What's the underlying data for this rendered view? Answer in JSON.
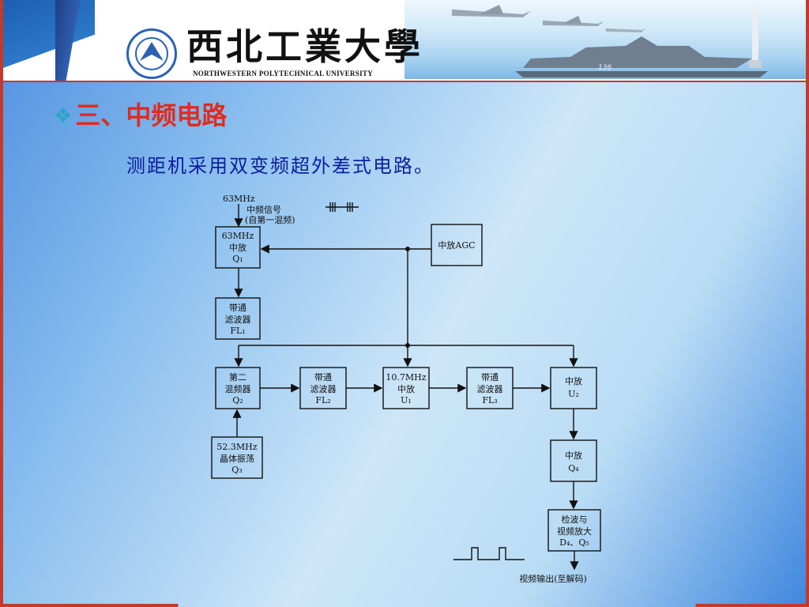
{
  "header": {
    "university_cn": "西北工業大學",
    "university_en": "NORTHWESTERN POLYTECHNICAL UNIVERSITY",
    "ship_number": "136"
  },
  "slide": {
    "title": "三、中频电路",
    "subtitle": "测距机采用双变频超外差式电路。"
  },
  "diagram": {
    "input_freq": "63MHz",
    "input_signal": "中频信号",
    "input_source": "(自第一混频)",
    "blocks": {
      "if_amp_q1": [
        "63MHz",
        "中放",
        "Q₁"
      ],
      "agc": [
        "中放AGC"
      ],
      "bpf_fl1": [
        "带通",
        "滤波器",
        "FL₁"
      ],
      "mixer2_q2": [
        "第二",
        "混频器",
        "Q₂"
      ],
      "bpf_fl2": [
        "带通",
        "滤波器",
        "FL₂"
      ],
      "amp_u1": [
        "10.7MHz",
        "中放",
        "U₁"
      ],
      "bpf_fl3": [
        "带通",
        "滤波器",
        "FL₃"
      ],
      "amp_u2": [
        "中放",
        "U₂"
      ],
      "osc_q3": [
        "52.3MHz",
        "晶体振荡",
        "Q₃"
      ],
      "amp_q4": [
        "中放",
        "Q₄"
      ],
      "detector": [
        "检波与",
        "视频放大",
        "D₄、Q₅"
      ]
    },
    "output_label": "视频输出(至解码)"
  },
  "colors": {
    "accent_red": "#c33a2c",
    "title_red": "#e32a1c",
    "subtitle_blue": "#0c1d9c"
  }
}
